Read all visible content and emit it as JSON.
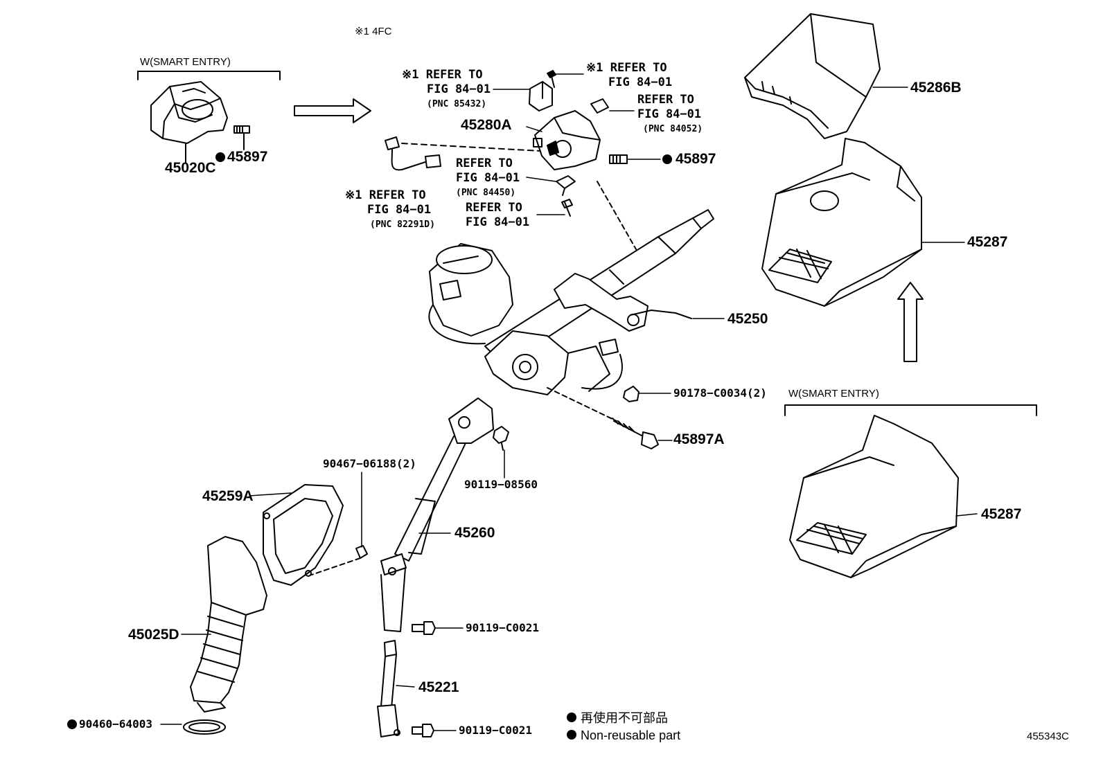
{
  "header_note": "※1 4FC",
  "groups": {
    "smart_entry_left": "W(SMART ENTRY)",
    "smart_entry_right": "W(SMART ENTRY)"
  },
  "parts": {
    "p45020C": "45020C",
    "p45897_left": "45897",
    "p45280A": "45280A",
    "p45897_mid": "45897",
    "p45286B": "45286B",
    "p45287_top": "45287",
    "p45287_bottom": "45287",
    "p45250": "45250",
    "p90178": "90178−C0034(2)",
    "p45897A": "45897A",
    "p90467": "90467−06188(2)",
    "p90119_08560": "90119−08560",
    "p45259A": "45259A",
    "p45260": "45260",
    "p45025D": "45025D",
    "p90119_c0021_a": "90119−C0021",
    "p45221": "45221",
    "p90460": "90460−64003",
    "p90119_c0021_b": "90119−C0021"
  },
  "refs": {
    "ref1": {
      "line1": "※1 REFER TO",
      "line2": "FIG 84−01",
      "pnc": "(PNC 85432)"
    },
    "ref2": {
      "line1": "※1 REFER TO",
      "line2": "FIG 84−01"
    },
    "ref3": {
      "line1": "REFER TO",
      "line2": "FIG 84−01",
      "pnc": "(PNC 84052)"
    },
    "ref4": {
      "line1": "REFER TO",
      "line2": "FIG 84−01",
      "pnc": "(PNC 84450)"
    },
    "ref5": {
      "line1": "※1 REFER TO",
      "line2": "FIG 84−01",
      "pnc": "(PNC 82291D)"
    },
    "ref6": {
      "line1": "REFER TO",
      "line2": "FIG 84−01"
    }
  },
  "legend": {
    "japanese": "再使用不可部品",
    "english": "Non-reusable part"
  },
  "figure_id": "455343C"
}
